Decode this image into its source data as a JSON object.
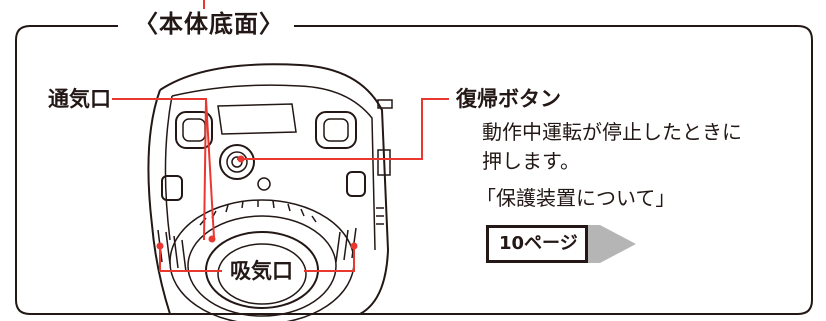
{
  "section_title": "〈本体底面〉",
  "labels": {
    "vent": "通気口",
    "intake": "吸気口",
    "reset_button": "復帰ボタン"
  },
  "reset_description": {
    "line1": "動作中運転が停止したときに",
    "line2": "押します。",
    "reference": "「保護装置について」"
  },
  "page_link": "10ページ",
  "colors": {
    "leader_line": "#e8382f",
    "outline": "#231815",
    "arrow_fill": "#b5b5b6"
  }
}
